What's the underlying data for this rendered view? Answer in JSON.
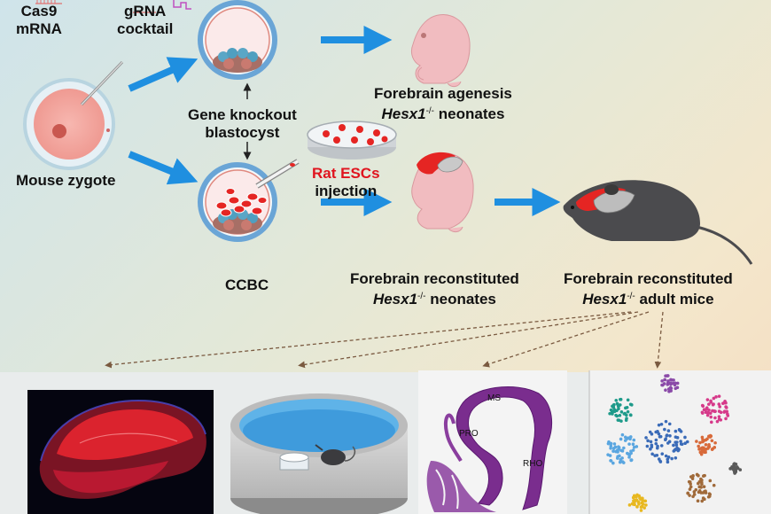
{
  "labels": {
    "cas9": "Cas9",
    "cas9_2": "mRNA",
    "grna": "gRNA",
    "grna_2": "cocktail",
    "zygote": "Mouse zygote",
    "knockout": "Gene knockout",
    "knockout_2": "blastocyst",
    "ccbc": "CCBC",
    "rat_escs": "Rat ESCs",
    "injection": "injection",
    "agenesis": "Forebrain agenesis",
    "agenesis_gene": "Hesx1",
    "agenesis_sup": "-/-",
    "agenesis_2": "neonates",
    "recon_neo": "Forebrain reconstituted",
    "recon_neo_gene": "Hesx1",
    "recon_neo_sup": "-/-",
    "recon_neo_2": "neonates",
    "recon_adult": "Forebrain reconstituted",
    "recon_adult_gene": "Hesx1",
    "recon_adult_sup": "-/-",
    "recon_adult_2": "adult mice",
    "ms": "MS",
    "pro": "PRO",
    "rho": "RHO"
  },
  "colors": {
    "arrow": "#1f8fe0",
    "rat_cell": "#e52523",
    "neonate": "#f1bcc0",
    "mouse": "#4b4b4e",
    "forebrain_red": "#e52523"
  }
}
